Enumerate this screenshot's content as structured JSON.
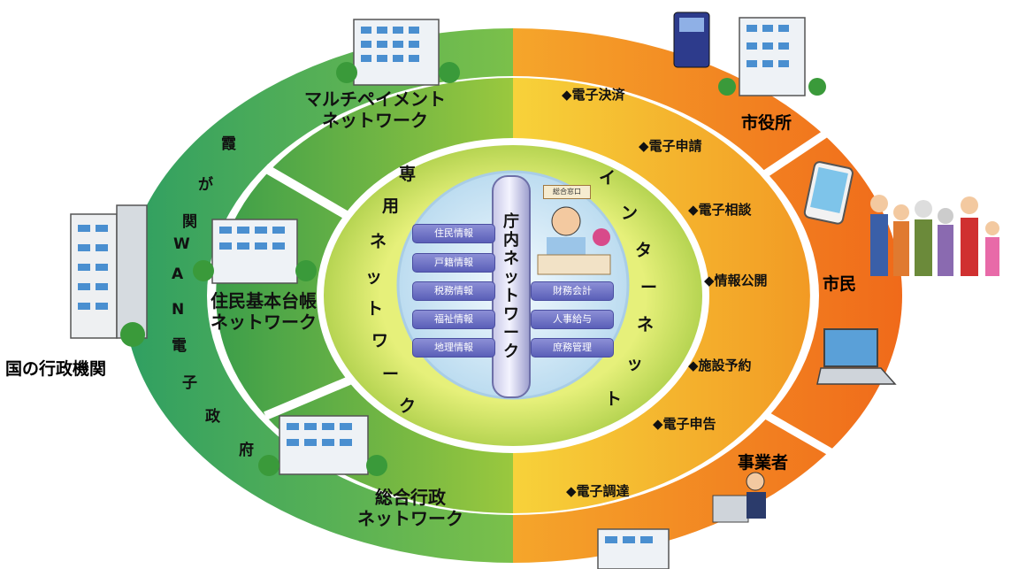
{
  "center_network": "庁内ネットワーク",
  "counter_sign": "総合窓口",
  "left_systems": [
    "住民情報",
    "戸籍情報",
    "税務情報",
    "福祉情報",
    "地理情報"
  ],
  "right_systems": [
    "財務会計",
    "人事給与",
    "庶務管理"
  ],
  "dedicated_network": [
    "専",
    "用",
    "ネ",
    "ッ",
    "ト",
    "ワ",
    "ー",
    "ク"
  ],
  "internet": [
    "イ",
    "ン",
    "タ",
    "ー",
    "ネ",
    "ッ",
    "ト"
  ],
  "kasumigaseki_wan": [
    "霞",
    "が",
    "関",
    "W",
    "A",
    "N",
    "電",
    "子",
    "政",
    "府"
  ],
  "sub_networks": {
    "multipayment": "マルチペイメント\nネットワーク",
    "resident_registry": "住民基本台帳\nネットワーク",
    "general_admin": "総合行政\nネットワーク"
  },
  "services": [
    "◆電子決済",
    "◆電子申請",
    "◆電子相談",
    "◆情報公開",
    "◆施設予約",
    "◆電子申告",
    "◆電子調達"
  ],
  "entities": {
    "national_agencies": "国の行政機関",
    "city_hall": "市役所",
    "citizens": "市民",
    "businesses": "事業者"
  },
  "colors": {
    "outer_left": "#3bb36b",
    "outer_right": "#f28a1e",
    "ring2_left": "#5bb848",
    "ring2_right": "#f3a62a",
    "ring3": "#c8e06a",
    "core": "#d9ecf7",
    "pill": "#6b6fc4"
  }
}
